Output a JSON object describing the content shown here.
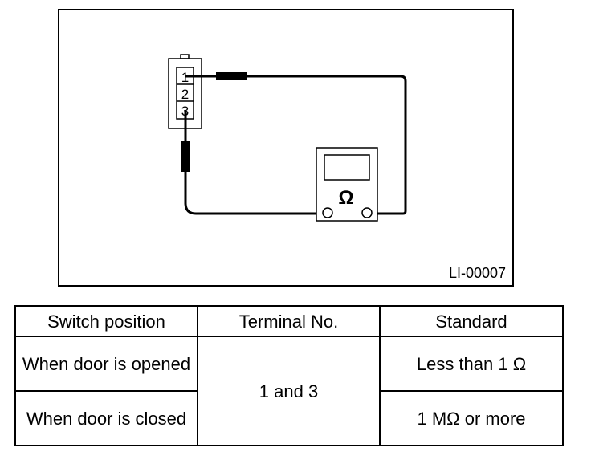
{
  "figure": {
    "id": "LI-00007",
    "terminals": [
      "1",
      "2",
      "3"
    ],
    "meter_symbol": "Ω"
  },
  "table": {
    "headers": [
      "Switch position",
      "Terminal No.",
      "Standard"
    ],
    "rows": [
      {
        "position": "When door is opened",
        "standard": "Less than 1 Ω"
      },
      {
        "position": "When door is closed",
        "standard": "1 MΩ or more"
      }
    ],
    "terminal": "1 and 3"
  }
}
